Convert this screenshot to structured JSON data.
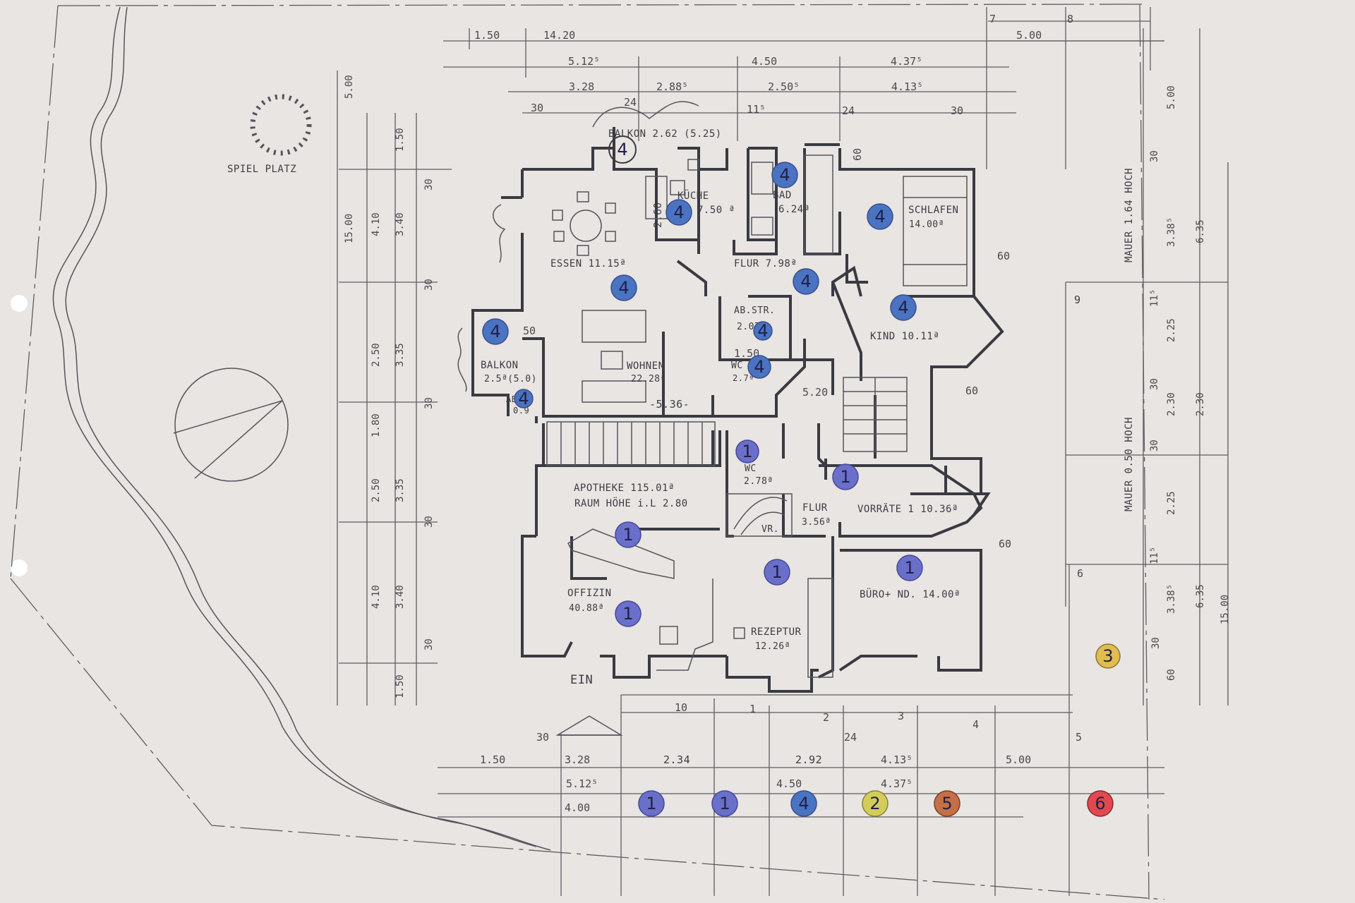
{
  "colors": {
    "paper": "#ece9e5",
    "ink": "#3a3a42",
    "marker_1": "#6a6fc9",
    "marker_2": "#d3cc5a",
    "marker_3": "#e0bd4f",
    "marker_4": "#4a73c2",
    "marker_5": "#c56f47",
    "marker_6": "#e0494f"
  },
  "rooms": {
    "balkon_top": "BALKON 2.62 (5.25)",
    "kueche": "KÜCHE",
    "kueche_area": "7.50 ª",
    "bad": "BAD",
    "bad_area": "6.24ª",
    "schlafen": "SCHLAFEN",
    "schlafen_area": "14.00ª",
    "essen": "ESSEN 11.15ª",
    "flur_top": "FLUR 7.98ª",
    "abstr": "AB.STR.",
    "abstr_area": "2.07ª",
    "kind": "KIND 10.11ª",
    "balkon_left": "BALKON",
    "balkon_left_area": "2.5ª(5.0)",
    "ab_small": "AB",
    "ab_small_area": "0.9",
    "wohnen": "WOHNEN",
    "wohnen_area": "22.28ª",
    "wc_top": "WC",
    "wc_top_area": "2.7ª",
    "apotheke": "APOTHEKE 115.01ª",
    "raumhoehe": "RAUM HÖHE i.L 2.80",
    "wc_mid": "WC",
    "wc_mid_area": "2.78ª",
    "flur_mid": "FLUR",
    "flur_mid_area": "3.56ª",
    "vorraete": "VORRÄTE 1  10.36ª",
    "vr": "VR.",
    "offizin": "OFFIZIN",
    "offizin_area": "40.88ª",
    "rezeptur": "REZEPTUR",
    "rezeptur_area": "12.26ª",
    "buero": "BÜRO+ ND. 14.00ª",
    "ein": "EIN",
    "spielplatz": "SPIEL PLATZ",
    "mauer_top": "MAUER 1.64 HOCH",
    "mauer_bottom": "MAUER 0.50 HOCH"
  },
  "dims_top": {
    "d1": "1.50",
    "d2": "14.20",
    "d3": "5.00",
    "d4": "7",
    "d5": "8",
    "d6": "5.12⁵",
    "d7": "4.50",
    "d8": "4.37⁵",
    "d9": "3.28",
    "d10": "2.88⁵",
    "d11": "2.50⁵",
    "d12": "4.13⁵",
    "d13": "30",
    "d14": "24",
    "d15": "11⁵",
    "d16": "24",
    "d17": "30",
    "d18": "60",
    "d19": "60",
    "d20": "60",
    "d21": "60",
    "d22": "5.20",
    "d23": "-5.36-",
    "d24": "2.60",
    "d25": "50",
    "d26": "1.50",
    "d27": "24",
    "d28": "9"
  },
  "dims_bottom": {
    "d1": "10",
    "d2": "1",
    "d3": "2",
    "d4": "3",
    "d5": "4",
    "d6": "30",
    "d7": "24",
    "d8": "1.50",
    "d9": "3.28",
    "d10": "2.34",
    "d11": "2.92",
    "d12": "4.13⁵",
    "d13": "5.00",
    "d14": "5.12⁵",
    "d15": "4.50",
    "d16": "4.37⁵",
    "d17": "4.00",
    "d18": "6",
    "d19": "5"
  },
  "dims_left": {
    "d1": "5.00",
    "d2": "1.50",
    "d3": "30",
    "d4": "15.00",
    "d5": "4.10",
    "d6": "3.40",
    "d7": "30",
    "d8": "2.50",
    "d9": "3.35",
    "d10": "30",
    "d11": "1.80",
    "d12": "2.50",
    "d13": "3.35",
    "d14": "30",
    "d15": "4.10",
    "d16": "3.40",
    "d17": "30",
    "d18": "1.50"
  },
  "dims_right": {
    "d1": "5.00",
    "d2": "30",
    "d3": "3.38⁵",
    "d4": "6.35",
    "d5": "11⁵",
    "d6": "2.25",
    "d7": "30",
    "d8": "2.30",
    "d9": "2.30",
    "d10": "30",
    "d11": "2.25",
    "d12": "11⁵",
    "d13": "3.38⁵",
    "d14": "6.35",
    "d15": "15.00",
    "d16": "30",
    "d17": "60"
  },
  "markers": [
    {
      "n": "4"
    },
    {
      "n": "4"
    },
    {
      "n": "4"
    },
    {
      "n": "4"
    },
    {
      "n": "4"
    },
    {
      "n": "4"
    },
    {
      "n": "4"
    },
    {
      "n": "4"
    },
    {
      "n": "4"
    },
    {
      "n": "4"
    },
    {
      "n": "4"
    },
    {
      "n": "1"
    },
    {
      "n": "1"
    },
    {
      "n": "1"
    },
    {
      "n": "1"
    },
    {
      "n": "1"
    },
    {
      "n": "1"
    },
    {
      "n": "3"
    },
    {
      "n": "1"
    },
    {
      "n": "1"
    },
    {
      "n": "4"
    },
    {
      "n": "2"
    },
    {
      "n": "5"
    },
    {
      "n": "6"
    }
  ],
  "marker_outline_label": "4"
}
